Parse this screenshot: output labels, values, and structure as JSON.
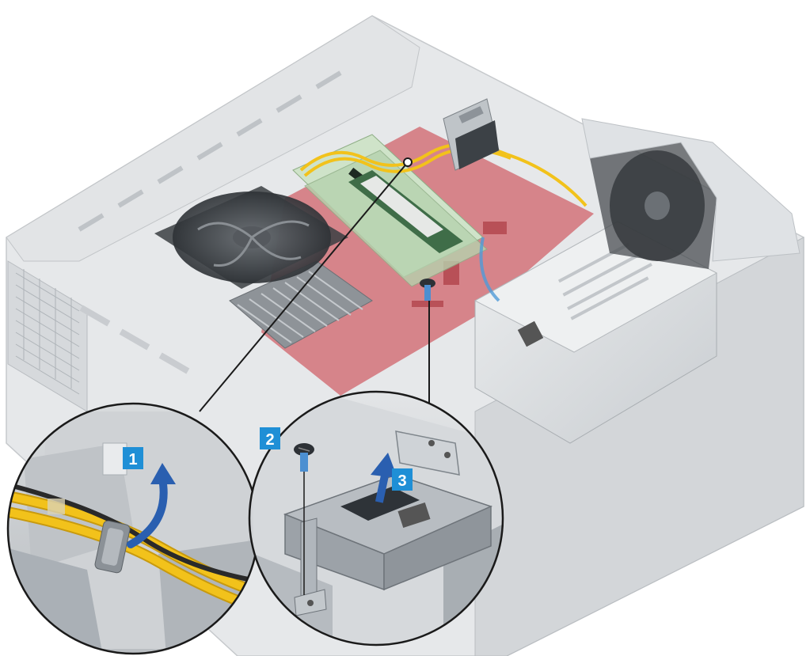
{
  "steps": [
    {
      "id": "1",
      "label": "1"
    },
    {
      "id": "2",
      "label": "2"
    },
    {
      "id": "3",
      "label": "3"
    }
  ],
  "colors": {
    "badge": "#1f8fd6",
    "arrow": "#2a5fb0",
    "cable": "#f2c21b",
    "chassis": "#dcdfe2",
    "board": "#c8323a",
    "metal": "#9aa1a8",
    "callout_border": "#1a1a1a"
  },
  "icons": {
    "rotate_arrow": "curved-arrow-icon",
    "lift_arrow": "up-arrow-icon",
    "screw": "screw-icon"
  }
}
